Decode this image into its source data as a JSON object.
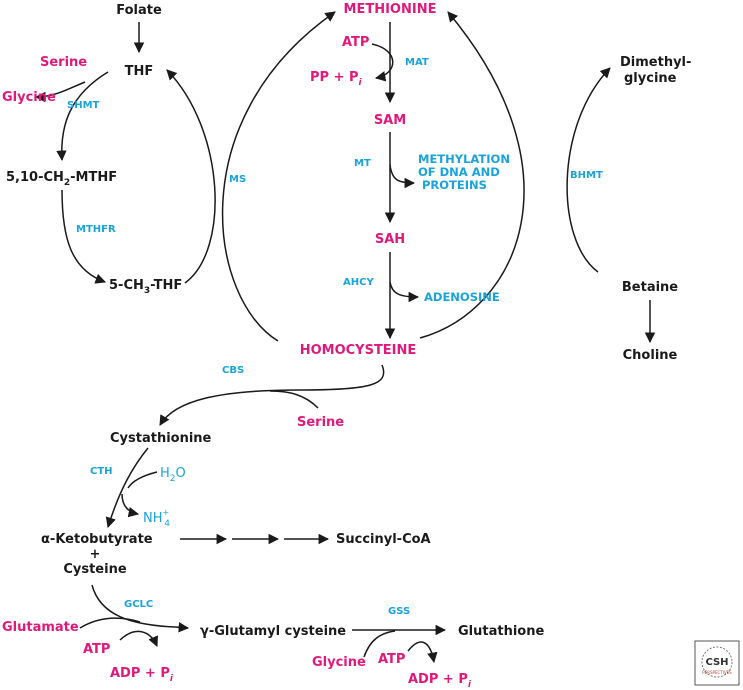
{
  "colors": {
    "metabolite": "#1a1a1a",
    "cofactor": "#e0197d",
    "enzyme": "#19a3dc"
  },
  "metabolites": {
    "folate": "Folate",
    "thf": "THF",
    "mthf_prefix": "5,10-CH",
    "mthf_sub": "2",
    "mthf_suffix": "-MTHF",
    "ch3thf_prefix": "5-CH",
    "ch3thf_sub": "3",
    "ch3thf_suffix": "-THF",
    "sam": "SAM",
    "sah": "SAH",
    "dimethylglycine_1": "Dimethyl-",
    "dimethylglycine_2": "glycine",
    "betaine": "Betaine",
    "choline": "Choline",
    "cystathionine": "Cystathionine",
    "ketobutyrate": "α-Ketobutyrate",
    "plus": "+",
    "cysteine": "Cysteine",
    "succinyl_coa": "Succinyl-CoA",
    "glutamyl_cysteine": "γ-Glutamyl cysteine",
    "glutathione": "Glutathione"
  },
  "cofactors": {
    "methionine": "METHIONINE",
    "homocysteine": "HOMOCYSTEINE",
    "serine_top": "Serine",
    "glycine_top": "Glycine",
    "atp_mat": "ATP",
    "pp_pi": "PP + P",
    "pi_sub": "i",
    "serine_cbs": "Serine",
    "glutamate": "Glutamate",
    "atp_gclc": "ATP",
    "adp_pi_gclc": "ADP + P",
    "glycine_gss": "Glycine",
    "atp_gss": "ATP",
    "adp_pi_gss": "ADP + P"
  },
  "enzymes": {
    "shmt": "SHMT",
    "mthfr": "MTHFR",
    "ms": "MS",
    "mat": "MAT",
    "mt": "MT",
    "ahcy": "AHCY",
    "bhmt": "BHMT",
    "cbs": "CBS",
    "cth": "CTH",
    "gclc": "GCLC",
    "gss": "GSS"
  },
  "byproducts": {
    "methylation_1": "METHYLATION",
    "methylation_2": "OF DNA AND",
    "methylation_3": "PROTEINS",
    "adenosine": "ADENOSINE",
    "h2o_h": "H",
    "h2o_sub": "2",
    "h2o_o": "O",
    "nh4_nh": "NH",
    "nh4_sub": "4",
    "nh4_sup": "+"
  },
  "logo": {
    "text": "CSH",
    "subtext": "PERSPECTIVES"
  }
}
